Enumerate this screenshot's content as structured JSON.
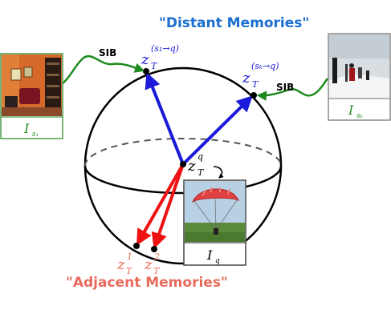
{
  "labels": {
    "distant": "\"Distant Memories\"",
    "adjacent": "\"Adjacent Memories\"",
    "sib_left": "SIB",
    "sib_right": "SIB"
  },
  "images": {
    "s1": {
      "caption_main": "I",
      "caption_sub": "s₁",
      "scene": "room"
    },
    "sk": {
      "caption_main": "I",
      "caption_sub": "sₖ",
      "scene": "snow"
    },
    "q": {
      "caption_main": "I",
      "caption_sub": "q",
      "scene": "parachute"
    }
  },
  "points": {
    "s1_main": "z",
    "s1_sub": "T",
    "s1_sup": "(s₁→q)",
    "sk_main": "z",
    "sk_sub": "T",
    "sk_sup": "(sₖ→q)",
    "q_main": "z",
    "q_sub": "T",
    "q_sup": "q",
    "adj1_main": "z",
    "adj1_sub": "T",
    "adj1_sup": "1",
    "adj2_main": "z",
    "adj2_sub": "T",
    "adj2_sup": "2"
  },
  "colors": {
    "blue": "#1a1ad8",
    "red": "#ee1111",
    "green": "#1f8a1f",
    "heading_blue": "#1a6fd0",
    "heading_red": "#e86a5c",
    "caption_green": "#2a8a2a"
  }
}
